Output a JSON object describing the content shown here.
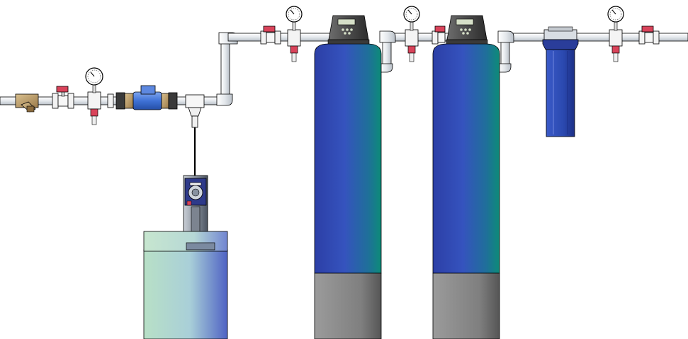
{
  "diagram": {
    "colors": {
      "background": "#ffffff",
      "pipe_fill": "#e9ecef",
      "pipe_stroke": "#000000",
      "valve_handle": "#d9435a",
      "tank_blue": "#2f4fb5",
      "tank_teal": "#0f8d7e",
      "tank_base": "#8f8f8f",
      "control_head": "#555555",
      "display": "#d6e0c8",
      "brass": "#b89a6a",
      "tank_green": "#a8d6be",
      "tank_blue_light": "#5b76c6",
      "meter_blue": "#3f72d6",
      "filter_blue": "#2f4fb5"
    },
    "components": [
      {
        "id": "inlet-strainer",
        "kind": "y-strainer"
      },
      {
        "id": "inlet-shutoff-valve",
        "kind": "ball-valve"
      },
      {
        "id": "inlet-pressure-gauge",
        "kind": "pressure-gauge"
      },
      {
        "id": "water-meter",
        "kind": "water-meter"
      },
      {
        "id": "dosing-tee",
        "kind": "injection-tee"
      },
      {
        "id": "dosing-pump",
        "kind": "metering-pump"
      },
      {
        "id": "reagent-tank",
        "kind": "chemical-tank"
      },
      {
        "id": "filter-tank-1",
        "kind": "filter-vessel-with-control-valve"
      },
      {
        "id": "filter-tank-2",
        "kind": "filter-vessel-with-control-valve"
      },
      {
        "id": "cartridge-filter",
        "kind": "cartridge-housing"
      },
      {
        "id": "outlet-pressure-gauge",
        "kind": "pressure-gauge"
      },
      {
        "id": "outlet-shutoff-valve",
        "kind": "ball-valve"
      }
    ]
  }
}
